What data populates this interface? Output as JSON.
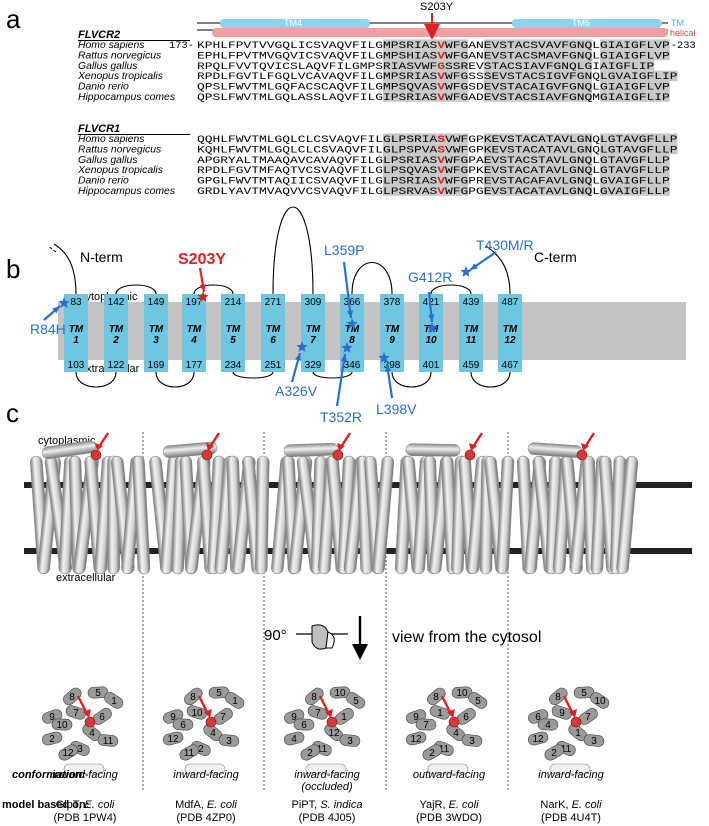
{
  "panels": {
    "a": "a",
    "b": "b",
    "c": "c"
  },
  "alignment": {
    "mutation": "S203Y",
    "tm4": "TM4",
    "tm5": "TM5",
    "legend_tm": "TM",
    "legend_helical": "helical",
    "flvcr2": {
      "title": "FLVCR2",
      "start": "173-",
      "end": "-233",
      "rows": [
        {
          "species": "Homo sapiens",
          "seq": "KPHLFPVTVVGQLICSVAQVFILGMPSRIASVWFGANEVSTACSVAVFGNQLGIAIGFLVP"
        },
        {
          "species": "Rattus norvegicus",
          "seq": "EPHLFPVTMVGQVICSVAQVFILGMPSHIASVWFGANEVSTACSMAVFGNQLGIAIGFLVP"
        },
        {
          "species": "Gallus gallus",
          "seq": "RPQLFVVTQVICSLAQVFILGMPSRIASVWFGSSREVSTACSIAVFGNQLGIAIGFLIP"
        },
        {
          "species": "Xenopus tropicalis",
          "seq": "RPDLFGVTLFGQLVCAVAQVFILGMPSRIASVWFGSSSEVSTACSIGVFGNQLGVAIGFLIP"
        },
        {
          "species": "Danio rerio",
          "seq": "QPSLFWVTMLGQFACSCAQVFILGMPSQVASVWFGSDEVSTACAIGVFGNQLGIAIGFLVP"
        },
        {
          "species": "Hippocampus comes",
          "seq": "QPSLFWVTMLGQLASSLAQVFILGIPSRIASVWFGADEVSTACSIAVFGNQMGIAIGFLIP"
        }
      ]
    },
    "flvcr1": {
      "title": "FLVCR1",
      "rows": [
        {
          "species": "Homo sapiens",
          "seq": "QQHLFWVTMLGQLCLCSVAQVFILGLPSRIASVWFGPKEVSTACATAVLGNQLGTAVGFLLP"
        },
        {
          "species": "Rattus norvegicus",
          "seq": "KQHLFWVTMLGQLCLCSVAQVFILGLPSPVASVWFGPKEVSTACATAVLGNQLGTAVGFLLP"
        },
        {
          "species": "Gallus gallus",
          "seq": "APGRYALTMAAQAVCAVAQVFILGLPSRIASVWFGPAEVSTACSTAVLGNQLGTAVGFLLP"
        },
        {
          "species": "Xenopus tropicalis",
          "seq": "RPDLFGVTMFAQTVCSVAQVFILGLPSQVASVWFGPKEVSTACATAVLGNQLGTAVGFLLP"
        },
        {
          "species": "Danio rerio",
          "seq": "GPGLFWVTMTAQIICSVAQVFILGLPSRIASVWFGPREVSTACAFAVLGNQLGVAIGFLLP"
        },
        {
          "species": "Hippocampus comes",
          "seq": "GRDLYAVTMVAQVVCSVAQVFILGLPSRVASVWFGPGEVSTACATAVLGNQLGVAIGFLLP"
        }
      ]
    }
  },
  "topology": {
    "n_term": "N-term",
    "c_term": "C-term",
    "cytoplasmic": "cytoplasmic",
    "extracellular": "extracellular",
    "helices": [
      {
        "tm": "TM",
        "num": "1",
        "top": "83",
        "bottom": "103"
      },
      {
        "tm": "TM",
        "num": "2",
        "top": "142",
        "bottom": "122"
      },
      {
        "tm": "TM",
        "num": "3",
        "top": "149",
        "bottom": "169"
      },
      {
        "tm": "TM",
        "num": "4",
        "top": "197",
        "bottom": "177"
      },
      {
        "tm": "TM",
        "num": "5",
        "top": "214",
        "bottom": "234"
      },
      {
        "tm": "TM",
        "num": "6",
        "top": "271",
        "bottom": "251"
      },
      {
        "tm": "TM",
        "num": "7",
        "top": "309",
        "bottom": "329"
      },
      {
        "tm": "TM",
        "num": "8",
        "top": "366",
        "bottom": "346"
      },
      {
        "tm": "TM",
        "num": "9",
        "top": "378",
        "bottom": "398"
      },
      {
        "tm": "TM",
        "num": "10",
        "top": "421",
        "bottom": "401"
      },
      {
        "tm": "TM",
        "num": "11",
        "top": "439",
        "bottom": "459"
      },
      {
        "tm": "TM",
        "num": "12",
        "top": "487",
        "bottom": "467"
      }
    ],
    "mutations": {
      "S203Y": "S203Y",
      "R84H": "R84H",
      "L359P": "L359P",
      "G412R": "G412R",
      "T430MR": "T430M/R",
      "A326V": "A326V",
      "T352R": "T352R",
      "L398V": "L398V"
    },
    "colors": {
      "helix": "#6ec6e0",
      "membrane": "#c4c4c4",
      "mutation_blue": "#2a6fd0",
      "mutation_red": "#e02020"
    }
  },
  "structures": {
    "cytoplasmic": "cytoplasmic",
    "extracellular": "extracellular",
    "rotation": "90°",
    "view_label": "view from the cytosol",
    "conformation_label": "conformation:",
    "model_label": "model based on:",
    "models": [
      {
        "conformation": "inward-facing",
        "conformation2": "",
        "model": "GlpT, ",
        "species": "E. coli",
        "pdb": "(PDB 1PW4)",
        "nums": [
          "8",
          "5",
          "1",
          "9",
          "7",
          "6",
          "10",
          "4",
          "2",
          "3",
          "12",
          "11"
        ]
      },
      {
        "conformation": "inward-facing",
        "conformation2": "",
        "model": "MdfA, ",
        "species": "E. coli",
        "pdb": "(PDB 4ZP0)",
        "nums": [
          "8",
          "5",
          "1",
          "9",
          "10",
          "7",
          "6",
          "4",
          "12",
          "2",
          "11",
          "3"
        ]
      },
      {
        "conformation": "inward-facing",
        "conformation2": "(occluded)",
        "model": "PiPT, ",
        "species": "S. indica",
        "pdb": "(PDB 4J05)",
        "nums": [
          "8",
          "10",
          "5",
          "9",
          "7",
          "1",
          "6",
          "12",
          "4",
          "11",
          "2",
          "3"
        ]
      },
      {
        "conformation": "outward-facing",
        "conformation2": "",
        "model": "YajR, ",
        "species": "E. coli",
        "pdb": "(PDB 3WDO)",
        "nums": [
          "8",
          "10",
          "5",
          "9",
          "1",
          "6",
          "7",
          "4",
          "12",
          "11",
          "2",
          "3"
        ]
      },
      {
        "conformation": "inward-facing",
        "conformation2": "",
        "model": "NarK, ",
        "species": "E. coli",
        "pdb": "(PDB 4U4T)",
        "nums": [
          "8",
          "5",
          "10",
          "6",
          "9",
          "7",
          "4",
          "1",
          "12",
          "11",
          "2",
          "3"
        ]
      }
    ]
  }
}
